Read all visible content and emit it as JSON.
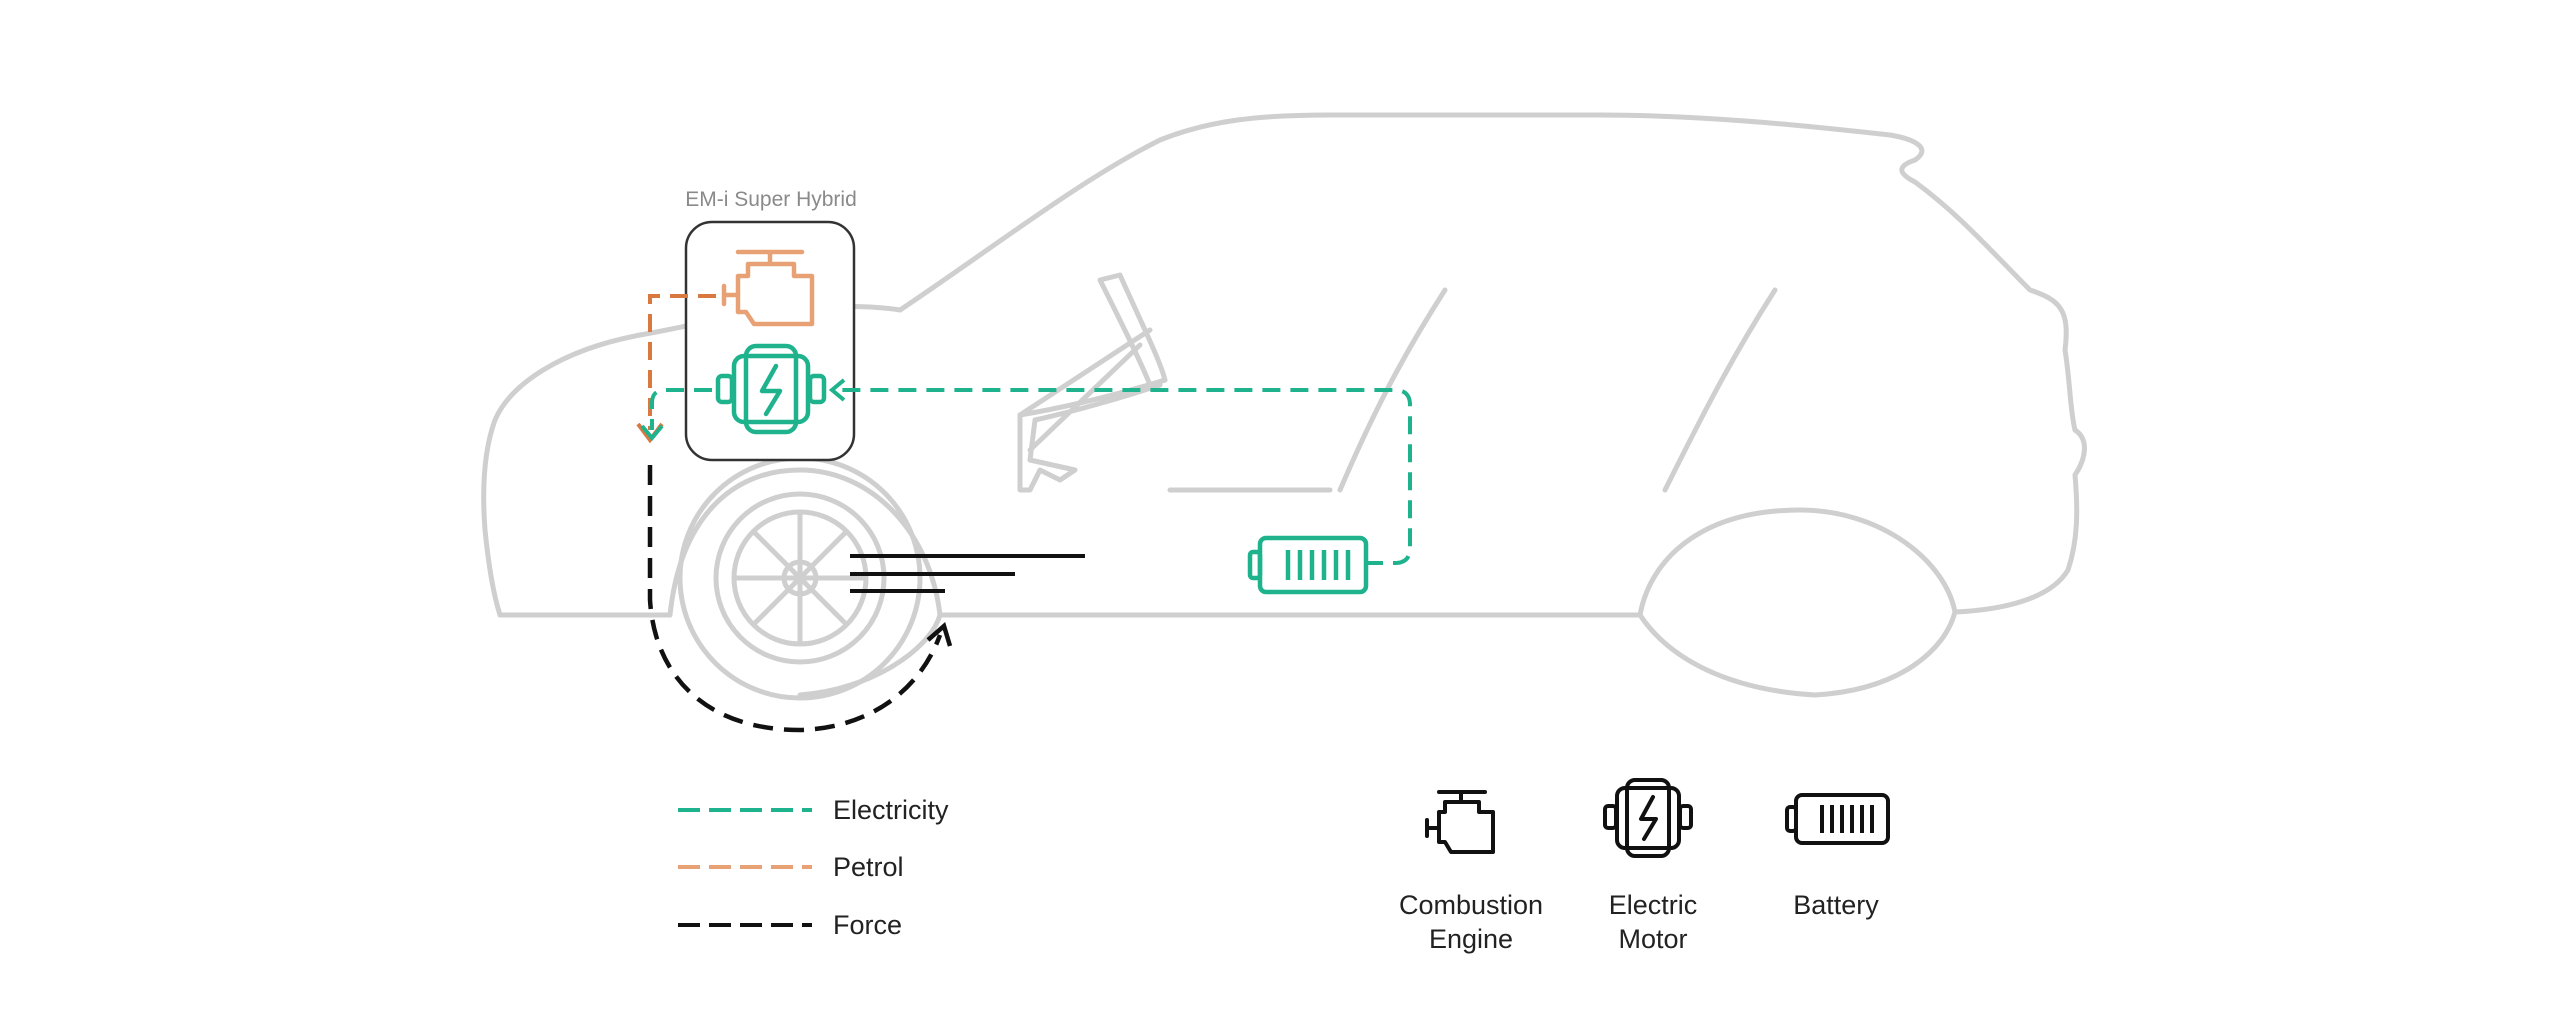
{
  "diagram": {
    "title": "EM-i Super Hybrid"
  },
  "legend": {
    "items": [
      {
        "label": "Electricity",
        "color": "#1fb38d"
      },
      {
        "label": "Petrol",
        "color": "#e8a174"
      },
      {
        "label": "Force",
        "color": "#111111"
      }
    ]
  },
  "icon_legend": {
    "combustion_line1": "Combustion",
    "combustion_line2": "Engine",
    "motor_line1": "Electric",
    "motor_line2": "Motor",
    "battery": "Battery"
  },
  "colors": {
    "car_outline": "#cfcfcf",
    "electricity": "#1fb38d",
    "petrol": "#e8a174",
    "petrol_flow": "#d9793f",
    "force": "#111111",
    "engine_icon": "#e8a174",
    "motor_icon": "#1fb38d",
    "battery_icon": "#1fb38d"
  },
  "icons": [
    "combustion-engine-icon",
    "electric-motor-icon",
    "battery-icon",
    "wheel-icon"
  ]
}
